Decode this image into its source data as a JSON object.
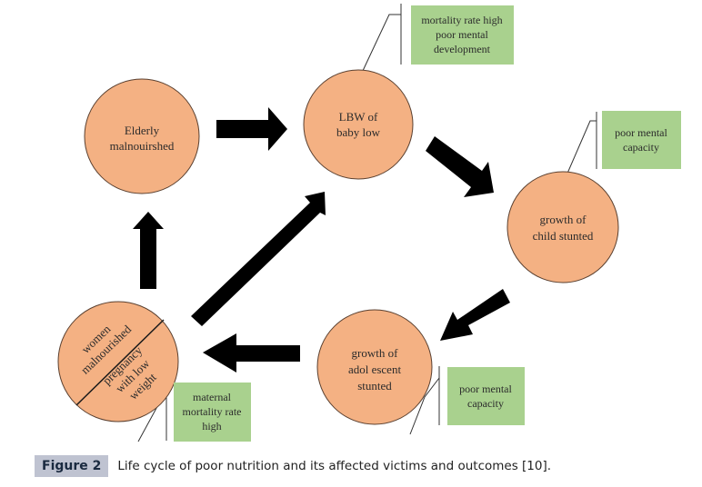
{
  "diagram": {
    "title": "Life cycle of poor nutrition",
    "colors": {
      "node_fill": "#f4b183",
      "note_fill": "#a9d18e",
      "arrow": "#000000"
    },
    "nodes": {
      "elderly": {
        "lines": [
          "Elderly",
          "malnouirshed"
        ]
      },
      "lbw": {
        "lines": [
          "LBW of",
          "baby low"
        ]
      },
      "child": {
        "lines": [
          "growth of",
          "child stunted"
        ]
      },
      "adolescent": {
        "lines": [
          "growth of",
          "adol escent",
          "stunted"
        ]
      },
      "women": {
        "upper_lines": [
          "women",
          "malnourished"
        ],
        "lower_lines": [
          "pregnancy",
          "with low",
          "weight"
        ]
      }
    },
    "notes": {
      "lbw": {
        "lines": [
          "mortality rate high",
          "poor mental",
          "development"
        ]
      },
      "child": {
        "lines": [
          "poor mental",
          "capacity"
        ]
      },
      "adolescent": {
        "lines": [
          "poor mental",
          "capacity"
        ]
      },
      "women": {
        "lines": [
          "maternal",
          "mortality rate",
          "high"
        ]
      }
    },
    "edges": [
      {
        "from": "elderly",
        "to": "lbw"
      },
      {
        "from": "lbw",
        "to": "child"
      },
      {
        "from": "child",
        "to": "adolescent"
      },
      {
        "from": "adolescent",
        "to": "women"
      },
      {
        "from": "women",
        "to": "elderly"
      },
      {
        "from": "women",
        "to": "lbw"
      }
    ]
  },
  "caption": {
    "label": "Figure 2",
    "text": "Life cycle of poor nutrition and its affected victims and outcomes [10]."
  }
}
